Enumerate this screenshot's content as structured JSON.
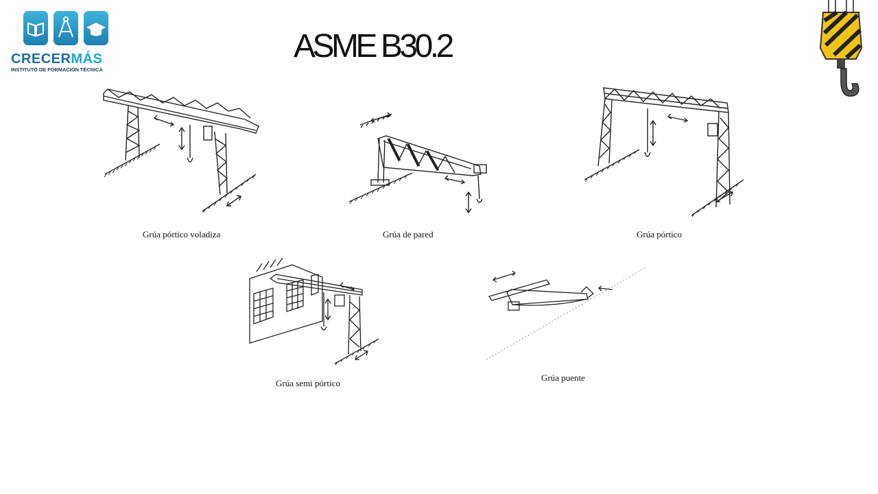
{
  "logo": {
    "name_main": "CRECER",
    "name_accent": "MÁS",
    "tagline": "INSTITUTO DE FORMACIÓN TÉCNICA",
    "brand_color": "#1e6e9b",
    "accent_color": "#1aa9d4"
  },
  "title": "ASME B30.2",
  "figures": [
    {
      "icon": "cantilever-gantry-crane-diagram",
      "caption": "Grúa pórtico voladiza"
    },
    {
      "icon": "wall-crane-diagram",
      "caption": "Grúa de pared"
    },
    {
      "icon": "gantry-crane-diagram",
      "caption": "Grúa pórtico"
    },
    {
      "icon": "semi-gantry-crane-diagram",
      "caption": "Grúa semi pórtico"
    },
    {
      "icon": "bridge-crane-diagram",
      "caption": "Grúa puente"
    }
  ],
  "decor": {
    "icon": "crane-hook-icon",
    "hook_color": "#f0c419"
  }
}
